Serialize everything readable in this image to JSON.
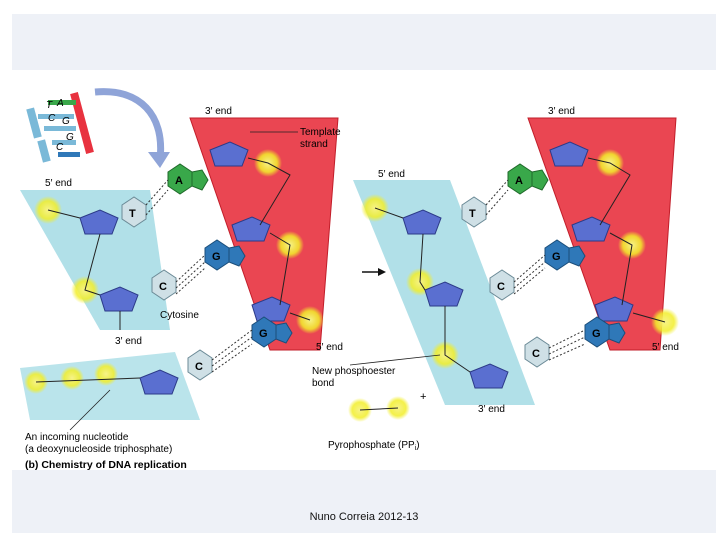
{
  "colors": {
    "template_strand": "#e8323f",
    "new_strand": "#a9dde6",
    "phosphate_glow": "#f2ee2a",
    "sugar": "#5a6fd0",
    "adenine": "#39a84a",
    "guanine": "#2f78b8",
    "pyrimidine": "#cfe0e6",
    "arrow_blue": "#8fa4d8"
  },
  "labels": {
    "three_end_top_left": "3′ end",
    "three_end_top_right": "3′ end",
    "five_end_left": "5′ end",
    "five_end_mid": "5′ end",
    "template_strand": "Template\nstrand",
    "three_end_new_left": "3′ end",
    "five_end_template_left": "5′ end",
    "five_end_template_right": "5′ end",
    "three_end_new_right": "3′ end",
    "cytosine": "Cytosine",
    "new_bond": "New phosphoester\nbond",
    "incoming_nucleotide": "An incoming nucleotide\n(a deoxynucleoside triphosphate)",
    "caption": "(b) Chemistry of DNA replication",
    "pyrophosphate": "Pyrophosphate (PP",
    "pyrophosphate_sub": "i",
    "pyrophosphate_close": ")",
    "plus": "+"
  },
  "bases": {
    "A": "A",
    "T": "T",
    "G": "G",
    "C": "C"
  },
  "inset_letters": [
    "A",
    "C",
    "G",
    "C",
    "G",
    "T"
  ],
  "footer": "Nuno Correia 2012-13"
}
